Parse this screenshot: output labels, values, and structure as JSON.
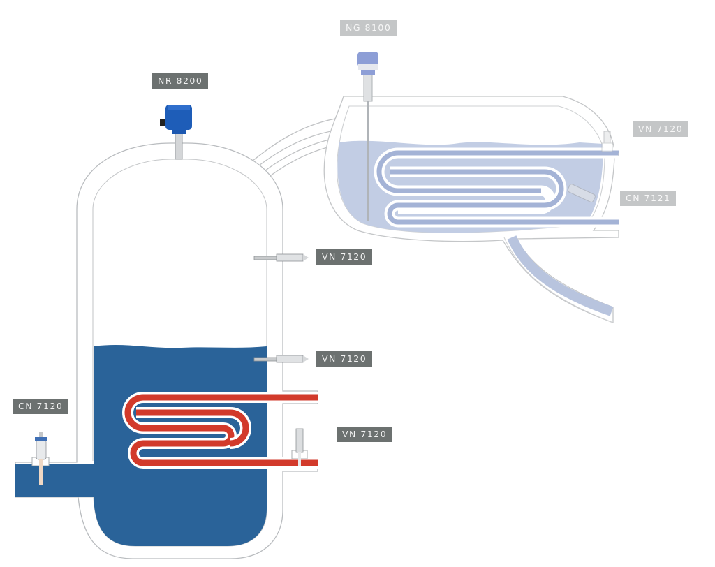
{
  "diagram": {
    "title": "",
    "colors": {
      "liquid_main": "#2a6399",
      "liquid_secondary": "#c2cde4",
      "coil_hot": "#d23a2b",
      "coil_cool": "#a4b3d6",
      "vessel_outline": "#b9bcbf",
      "label_dark_bg": "#6c7170",
      "label_light_bg": "#c4c6c7",
      "sensor_blue": "#1e5db8",
      "sensor_lightblue": "#8d9ed6"
    },
    "labels": {
      "nr8200": "NR 8200",
      "ng8100": "NG 8100",
      "vn7120_right_top": "VN 7120",
      "cn7121": "CN 7121",
      "vn7120_upper": "VN 7120",
      "vn7120_middle": "VN 7120",
      "cn7120": "CN 7120",
      "vn7120_lower": "VN 7120"
    },
    "components": [
      {
        "id": "main-vessel",
        "description": "vertical vessel with liquid and heating coil"
      },
      {
        "id": "secondary-vessel",
        "description": "horizontal vessel with cooling coil"
      },
      {
        "id": "connecting-pipe",
        "description": "pipe between vessels"
      },
      {
        "id": "outlet-pipe",
        "description": "curved outlet pipe from secondary vessel"
      }
    ]
  }
}
